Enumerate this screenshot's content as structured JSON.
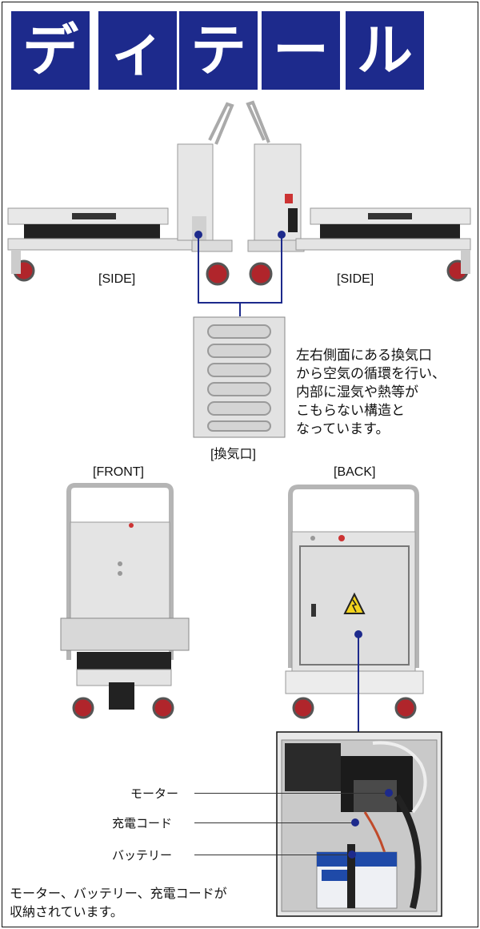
{
  "title": {
    "chars": [
      "デ",
      "ィ",
      "テ",
      "ー",
      "ル"
    ]
  },
  "labels": {
    "side_left": "[SIDE]",
    "side_right": "[SIDE]",
    "vent": "[換気口]",
    "front": "[FRONT]",
    "back": "[BACK]"
  },
  "vent_description": [
    "左右側面にある換気口",
    "から空気の循環を行い、",
    "内部に湿気や熱等が",
    "こもらない構造と",
    "なっています。"
  ],
  "callouts": {
    "motor": "モーター",
    "charge_cord": "充電コード",
    "battery": "バッテリー"
  },
  "storage_note": [
    "モーター、バッテリー、充電コードが",
    "収納されています。"
  ],
  "colors": {
    "accent": "#1d2a8c",
    "body": "#e6e6e6",
    "wheel": "#b0252b"
  }
}
